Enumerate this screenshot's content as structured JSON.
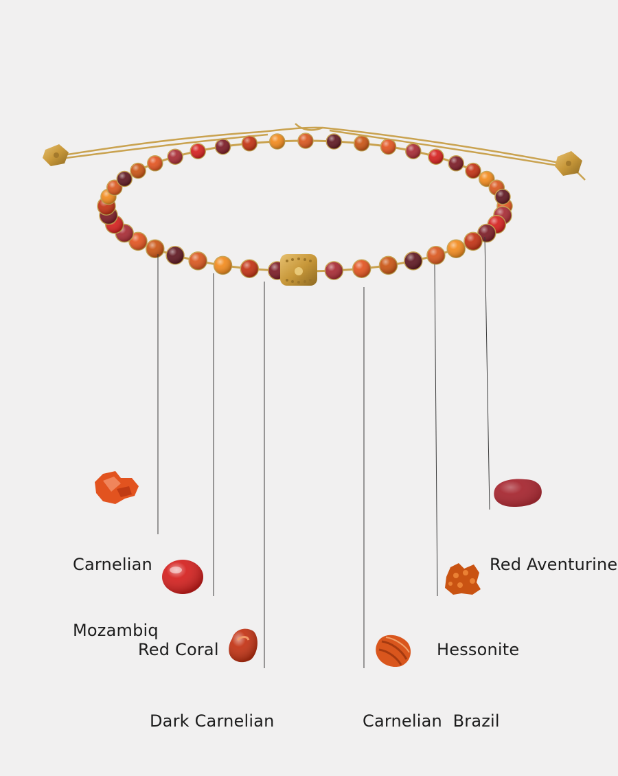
{
  "product": {
    "type": "beaded bracelet",
    "stones": [
      {
        "key": "carnelian-mozambiq",
        "name_lines": [
          "Carnelian",
          "Mozambiq"
        ],
        "color": "#e2531f"
      },
      {
        "key": "red-coral",
        "name_lines": [
          "Red Coral"
        ],
        "color": "#d41f1d"
      },
      {
        "key": "dark-carnelian",
        "name_lines": [
          "Dark Carnelian"
        ],
        "color": "#c23112"
      },
      {
        "key": "carnelian-brazil",
        "name_lines": [
          "Carnelian  Brazil"
        ],
        "color": "#d9561d"
      },
      {
        "key": "hessonite",
        "name_lines": [
          "Hessonite"
        ],
        "color": "#c95312"
      },
      {
        "key": "red-aventurine",
        "name_lines": [
          "Red Aventurine"
        ],
        "color": "#a72a33"
      }
    ]
  },
  "colors": {
    "background": "#f1f0f0",
    "cord": "#c9a24f",
    "gold_bead": "#c8983a",
    "leader_line": "#3a3a3a",
    "label_text": "#1c1c1c"
  }
}
